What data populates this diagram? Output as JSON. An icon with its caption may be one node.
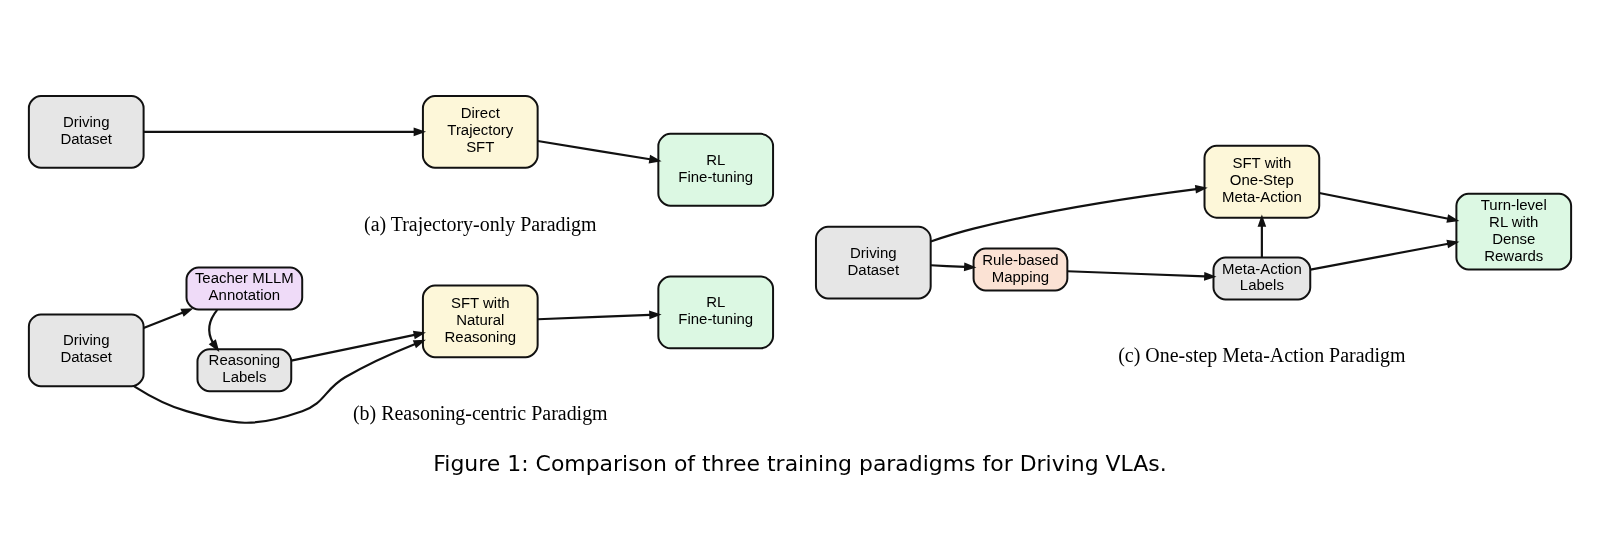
{
  "diagram": {
    "caption": "Figure 1: Comparison of three training paradigms for Driving VLAs.",
    "nodes": [
      {
        "text": [
          "Driving Dataset"
        ]
      },
      {
        "text": [
          "Direct Trajectory SFT"
        ]
      },
      {
        "text": [
          "RL Fine-tuning"
        ]
      },
      {
        "text": [
          "Teacher MLLM Annotation"
        ]
      },
      {
        "text": [
          "Reasoning Labels"
        ]
      },
      {
        "text": [
          "Driving Dataset"
        ]
      },
      {
        "text": [
          "SFT with Natural Reasoning"
        ]
      },
      {
        "text": [
          "RL Fine-tuning"
        ]
      },
      {
        "text": [
          "Driving Dataset"
        ]
      },
      {
        "text": [
          "SFT with One-Step Meta-Action"
        ]
      },
      {
        "text": [
          "Turn-level RL with Dense Rewards"
        ]
      },
      {
        "text": [
          "Rule-based Mapping"
        ]
      },
      {
        "text": [
          "Meta-Action Labels"
        ]
      }
    ],
    "edges": [
      {
        "from": 0,
        "to": 1,
        "arrow": "to"
      },
      {
        "from": 1,
        "to": 2,
        "arrow": "to"
      },
      {
        "from": 5,
        "to": 3,
        "arrow": "to"
      },
      {
        "from": 3,
        "to": 4,
        "arrow": "to"
      },
      {
        "from": 4,
        "to": 6,
        "arrow": "to"
      },
      {
        "from": 5,
        "to": 6,
        "arrow": "to"
      },
      {
        "from": 6,
        "to": 7,
        "arrow": "to"
      },
      {
        "from": 8,
        "to": 9,
        "arrow": "to"
      },
      {
        "from": 9,
        "to": 10,
        "arrow": "to"
      },
      {
        "from": 8,
        "to": 11,
        "arrow": "to"
      },
      {
        "from": 11,
        "to": 12,
        "arrow": "to"
      },
      {
        "from": 12,
        "to": 9,
        "arrow": "to"
      },
      {
        "from": 12,
        "to": 10,
        "arrow": "to"
      }
    ],
    "labels": [
      "(a) Trajectory-only Paradigm",
      "(b) Reasoning-centric Paradigm",
      "(c) One-step Meta-Action Paradigm"
    ]
  }
}
